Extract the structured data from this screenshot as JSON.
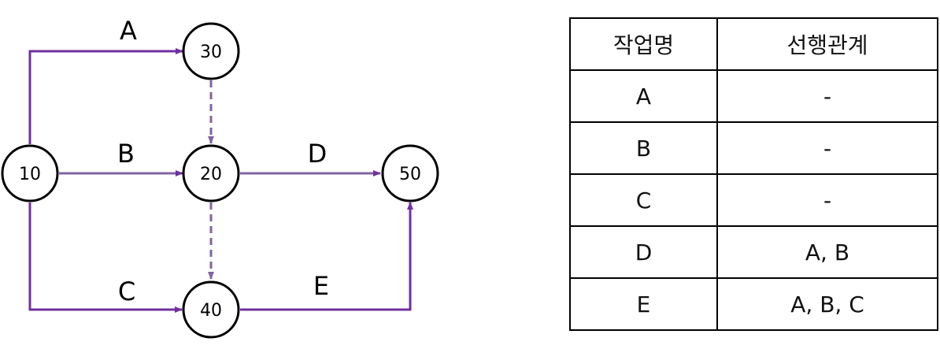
{
  "network": {
    "line_color": "#7030a0",
    "dummy_color": "#8064a2",
    "nodes": [
      {
        "id": "n10",
        "label": "10"
      },
      {
        "id": "n20",
        "label": "20"
      },
      {
        "id": "n30",
        "label": "30"
      },
      {
        "id": "n40",
        "label": "40"
      },
      {
        "id": "n50",
        "label": "50"
      }
    ],
    "activities": [
      {
        "label": "A",
        "from": "10",
        "to": "30"
      },
      {
        "label": "B",
        "from": "10",
        "to": "20"
      },
      {
        "label": "C",
        "from": "10",
        "to": "40"
      },
      {
        "label": "D",
        "from": "20",
        "to": "50"
      },
      {
        "label": "E",
        "from": "40",
        "to": "50"
      }
    ],
    "dummies": [
      {
        "from": "30",
        "to": "20"
      },
      {
        "from": "20",
        "to": "40"
      }
    ]
  },
  "table": {
    "headers": [
      "작업명",
      "선행관계"
    ],
    "rows": [
      {
        "task": "A",
        "predecessor": "-"
      },
      {
        "task": "B",
        "predecessor": "-"
      },
      {
        "task": "C",
        "predecessor": "-"
      },
      {
        "task": "D",
        "predecessor": "A, B"
      },
      {
        "task": "E",
        "predecessor": "A, B, C"
      }
    ]
  }
}
